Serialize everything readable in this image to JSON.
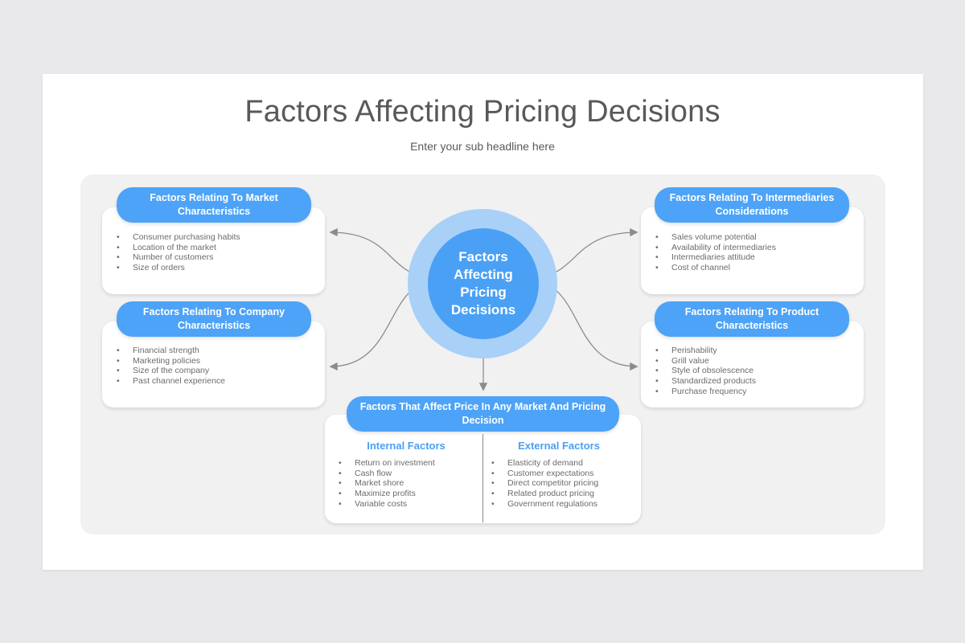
{
  "title": "Factors Affecting Pricing Decisions",
  "subtitle": "Enter your sub headline here",
  "center_label": "Factors Affecting Pricing Decisions",
  "colors": {
    "accent": "#4da3f7",
    "halo": "#a9d0f7",
    "panel": "#f1f1f2",
    "text": "#595959"
  },
  "market": {
    "heading": "Factors Relating To Market Characteristics",
    "items": [
      "Consumer purchasing habits",
      "Location of the market",
      "Number of customers",
      "Size of orders"
    ]
  },
  "company": {
    "heading": "Factors Relating To Company Characteristics",
    "items": [
      "Financial strength",
      "Marketing policies",
      "Size of the company",
      "Past channel experience"
    ]
  },
  "intermediaries": {
    "heading": "Factors Relating To Intermediaries Considerations",
    "items": [
      "Sales volume potential",
      "Availability of intermediaries",
      "Intermediaries attitude",
      "Cost of channel"
    ]
  },
  "product": {
    "heading": "Factors Relating To Product Characteristics",
    "items": [
      "Perishability",
      "Grill value",
      "Style of obsolescence",
      "Standardized products",
      "Purchase frequency"
    ]
  },
  "market_price": {
    "heading": "Factors That Affect Price In Any Market And Pricing Decision",
    "internal": {
      "heading": "Internal Factors",
      "items": [
        "Return on investment",
        "Cash flow",
        "Market shore",
        "Maximize profits",
        "Variable costs"
      ]
    },
    "external": {
      "heading": "External Factors",
      "items": [
        "Elasticity of demand",
        "Customer expectations",
        "Direct competitor pricing",
        "Related product pricing",
        "Government regulations"
      ]
    }
  }
}
